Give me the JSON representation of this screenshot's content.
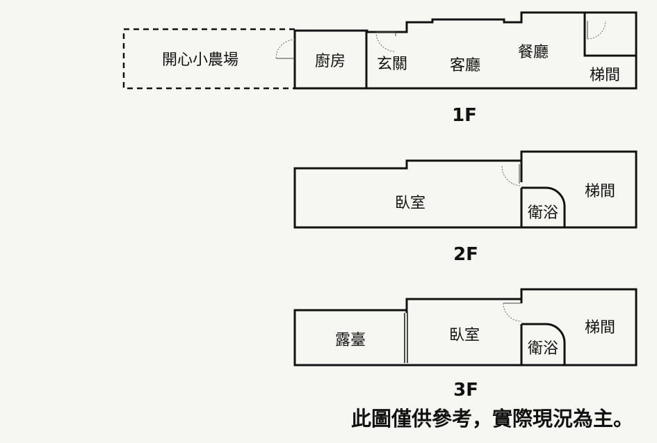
{
  "floors": [
    {
      "label": "1F",
      "rooms": {
        "farm": "開心小農場",
        "kitchen": "廚房",
        "entrance": "玄關",
        "living": "客廳",
        "dining": "餐廳",
        "stairs": "梯間"
      }
    },
    {
      "label": "2F",
      "rooms": {
        "bedroom": "臥室",
        "bath": "衛浴",
        "stairs": "梯間"
      }
    },
    {
      "label": "3F",
      "rooms": {
        "terrace": "露臺",
        "bedroom": "臥室",
        "bath": "衛浴",
        "stairs": "梯間"
      }
    }
  ],
  "note": "此圖僅供參考，實際現況為主。"
}
